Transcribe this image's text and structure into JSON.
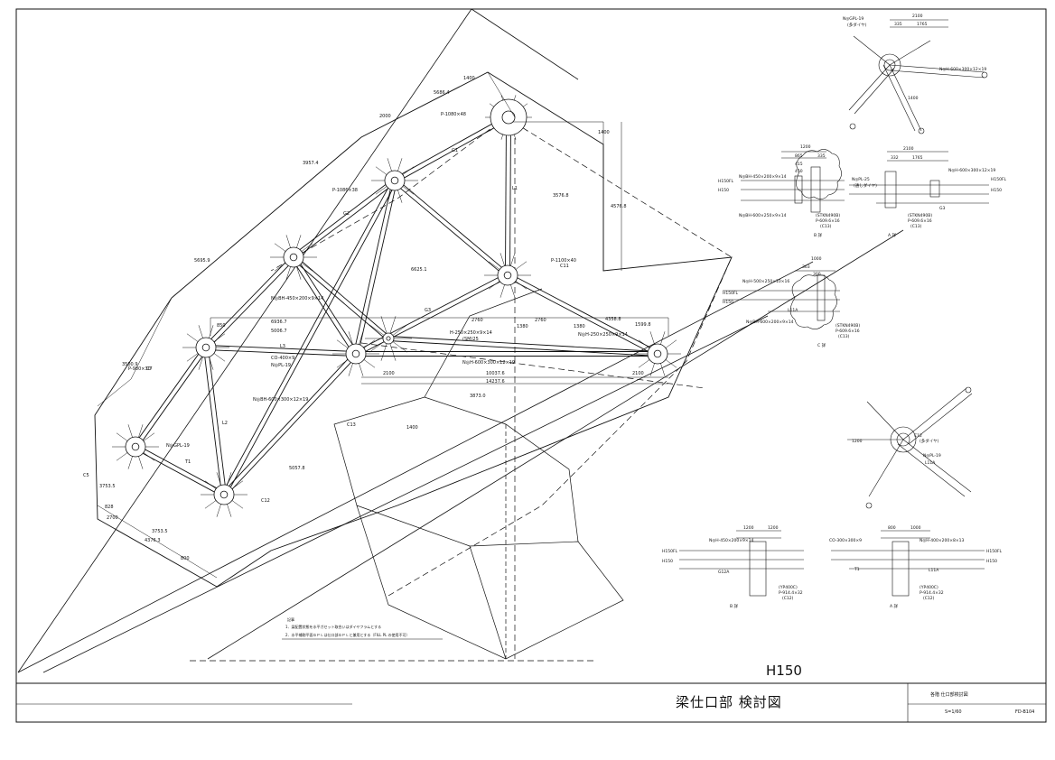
{
  "title_block": {
    "level": "H150",
    "title": "梁仕口部 検討図",
    "subtitle": "各階 仕口部検討図",
    "scale": "S=1/60",
    "drawing_no": "FD-B104"
  },
  "notes": {
    "heading": "記事",
    "items": [
      "1．梁配置状態を水平ガセット取合いはダイヤフラムとする",
      "2．水平補剛平面ＧＰＬは仕口部ＧＰＬと兼用とする（FILL PL の使用不可）"
    ]
  },
  "plan_labels": {
    "dims_top": [
      "5686.4",
      "1400",
      "3957.4",
      "2000"
    ],
    "dims_left": [
      "5695.9",
      "3500.9",
      "3753.5",
      "2700"
    ],
    "dims_center": [
      "6936.7",
      "5006.7",
      "850",
      "2760",
      "1380",
      "2760",
      "1380",
      "4358.8",
      "1599.8"
    ],
    "dims_bottom": [
      "2100",
      "10037.6",
      "14237.6",
      "2100",
      "1400",
      "3873.0"
    ],
    "dims_lower_left": [
      "4376.3",
      "3753.5",
      "800",
      "828"
    ],
    "dims_right": [
      "1400",
      "4576.8",
      "3576.8",
      "6625.1",
      "5057.8"
    ],
    "members": [
      "G1",
      "G2",
      "G3",
      "L1",
      "L2",
      "L3",
      "T1",
      "C11",
      "C12",
      "C13",
      "C5",
      "C7"
    ],
    "sections": [
      "P-1080×48",
      "P-1086×38",
      "P-1100×40",
      "P-980×30",
      "N◎H-600×300×12×19",
      "N◎BH-450×200×9×14",
      "N◎H-250×250×9×14",
      "CO-400×9",
      "N◎PL-19",
      "N◎BH-600×300×12×19",
      "H-250×250×9×14",
      "(SM)25",
      "N◎GPL-19"
    ]
  },
  "details": {
    "d1": {
      "marks": [
        "N◎GPL-19",
        "(多ダイヤ)",
        "N◎H-600×300×12×19"
      ],
      "dims": [
        "2100",
        "1765",
        "335",
        "1400"
      ]
    },
    "d2": {
      "marks": [
        "N◎BH-450×200×9×14",
        "N◎BH-600×250×9×14",
        "(STKN490B)",
        "P-609.6×16",
        "(C13)"
      ],
      "dims": [
        "1200",
        "865",
        "335",
        "415",
        "450"
      ],
      "levels": [
        "H150FL",
        "H150"
      ],
      "tag": "B 詳"
    },
    "d3": {
      "marks": [
        "N◎PL-25",
        "(通しダイヤ)",
        "N◎H-600×300×12×19",
        "G3",
        "(STKN490B)",
        "P-609.6×16",
        "(C13)"
      ],
      "dims": [
        "2100",
        "332",
        "1765"
      ],
      "levels": [
        "H150FL",
        "H150"
      ],
      "tag": "A 詳"
    },
    "d4": {
      "marks": [
        "N◎H-500×250×10×16",
        "N◎BH-600×200×9×14",
        "(STKN490B)",
        "P-609.6×16",
        "(C13)",
        "L11A"
      ],
      "dims": [
        "1000",
        "363",
        "300"
      ],
      "levels": [
        "H150FL",
        "H150"
      ],
      "tag": "C 詳"
    },
    "d5": {
      "marks": [
        "(多ダイヤ)",
        "N◎PL-19",
        "L11A",
        "C12"
      ],
      "dims": [
        "1200"
      ]
    },
    "d6": {
      "marks": [
        "N◎H-450×200×9×14",
        "G12A",
        "(YP400C)",
        "P-914.4×32",
        "(C12)"
      ],
      "dims": [
        "1200",
        "1200"
      ],
      "levels": [
        "H150FL",
        "H150"
      ],
      "tag": "B 詳"
    },
    "d7": {
      "marks": [
        "CO-300×300×9",
        "N◎H-400×200×8×13",
        "T1",
        "L11A",
        "(YP400C)",
        "P-914.4×32",
        "(C12)"
      ],
      "dims": [
        "800",
        "1000"
      ],
      "levels": [
        "H150FL",
        "H150"
      ],
      "tag": "A 詳"
    }
  }
}
